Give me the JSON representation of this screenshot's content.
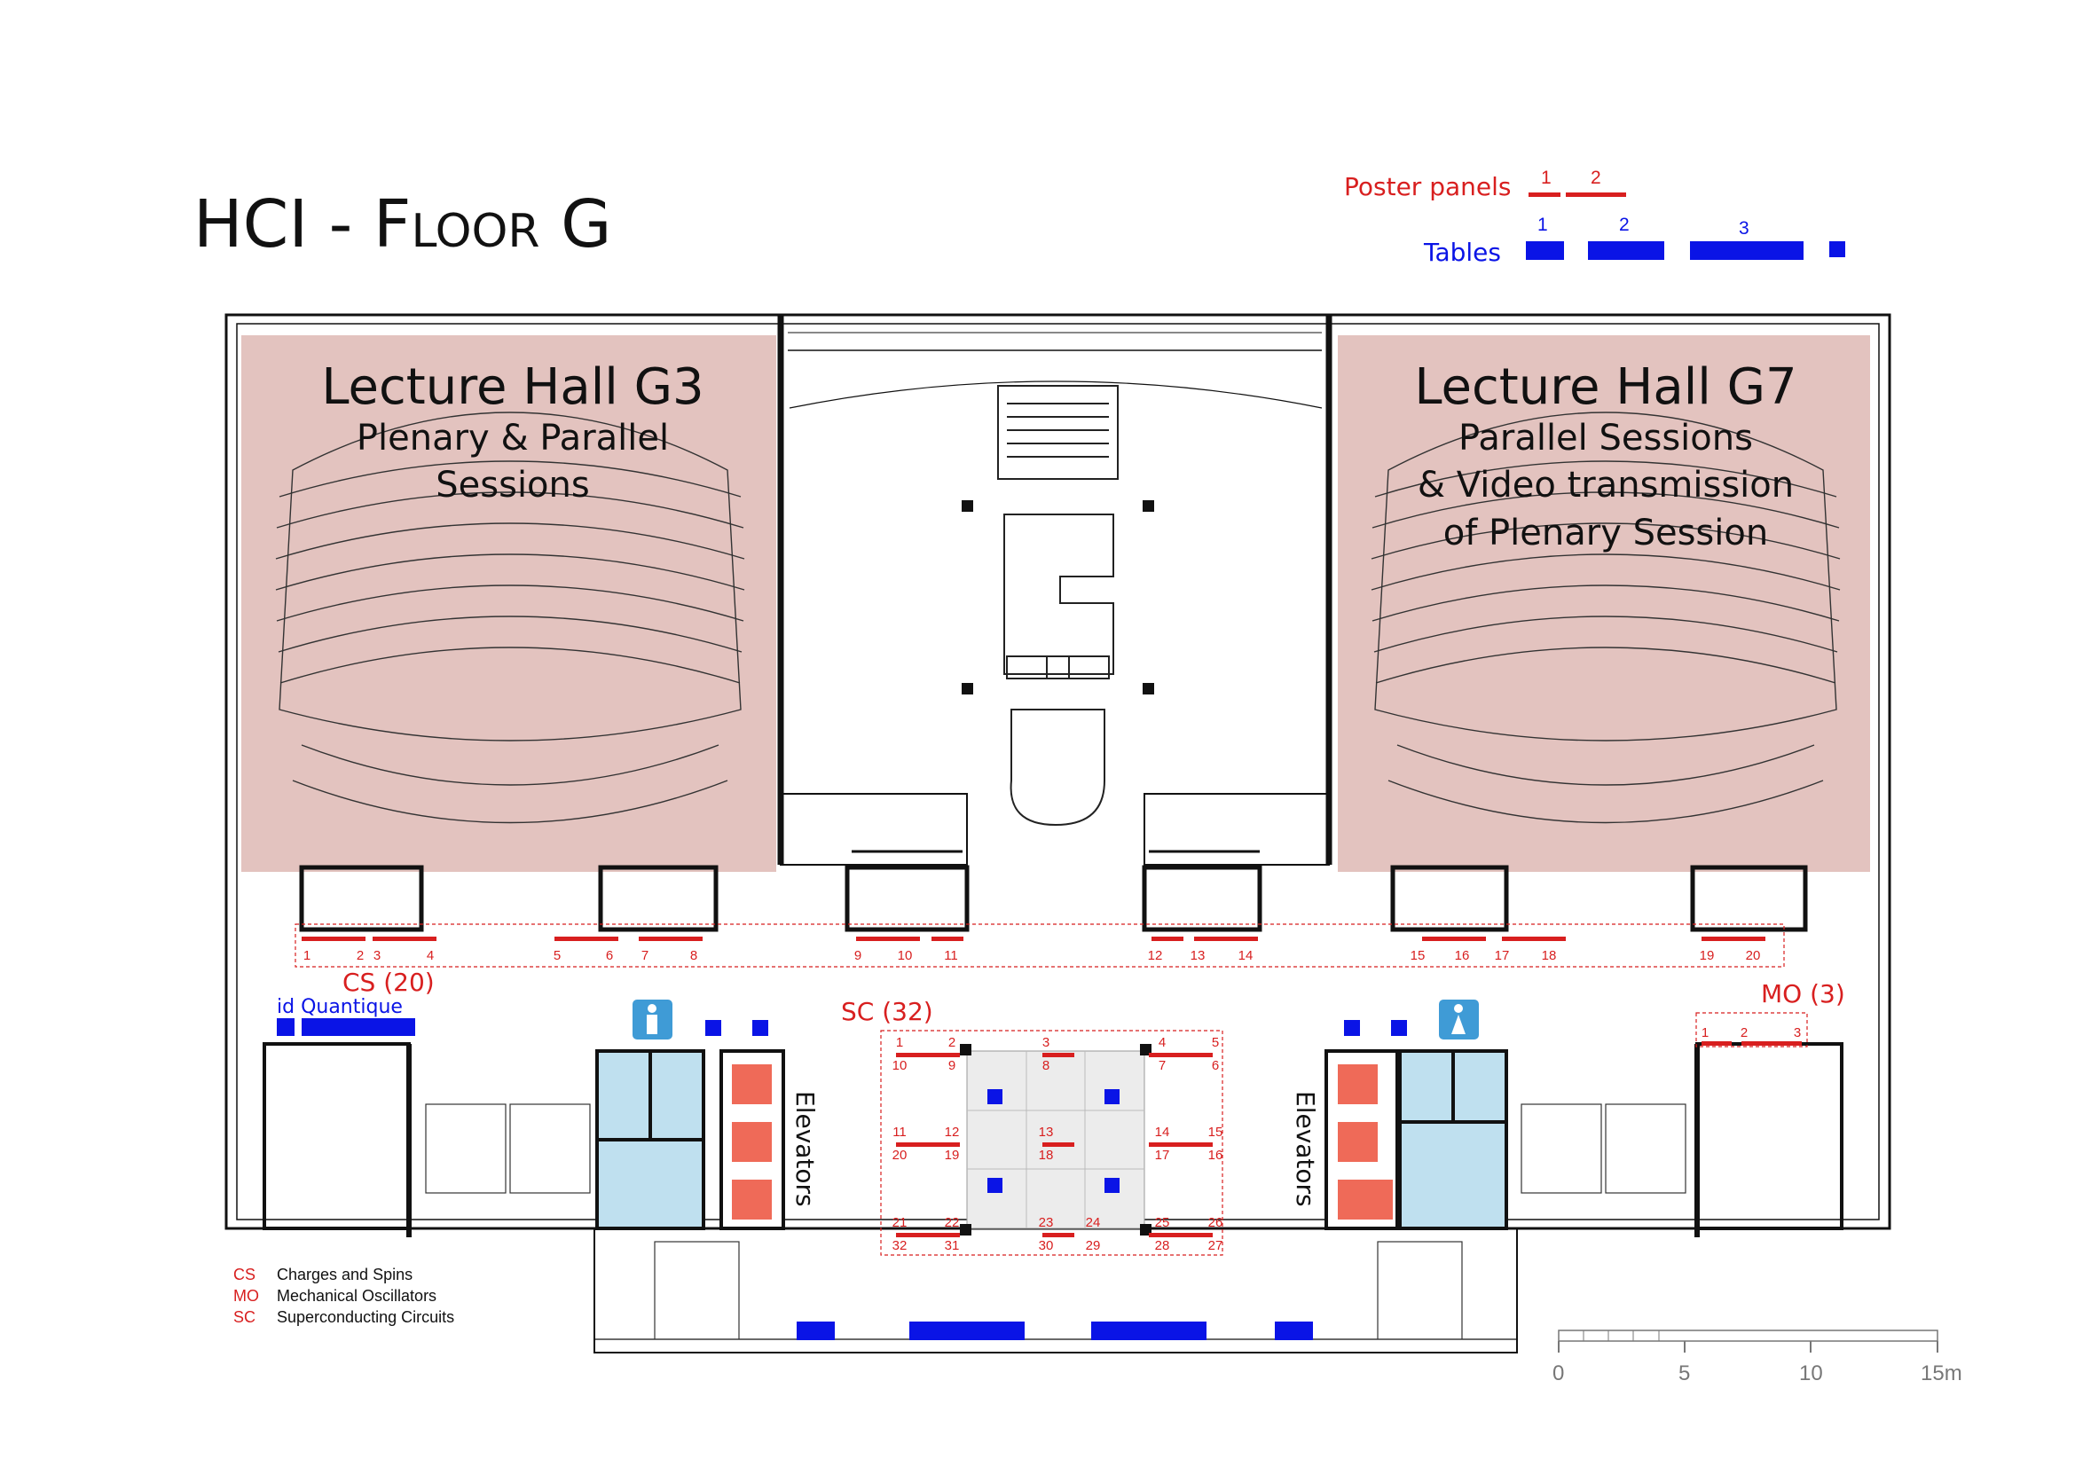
{
  "title": "HCI - Floor G",
  "colors": {
    "poster": "#d81f1f",
    "table": "#0a14e6",
    "hall": "#e3c3bf",
    "restroom": "#bfe0ef",
    "elevator": "#ef6a58",
    "wc_icon": "#3f9bd6"
  },
  "legend": {
    "poster_panels_label": "Poster panels",
    "poster_sizes": [
      "1",
      "2"
    ],
    "tables_label": "Tables",
    "table_sizes": [
      "1",
      "2",
      "3"
    ]
  },
  "halls": {
    "g3": {
      "name": "Lecture Hall G3",
      "line1": "Plenary & Parallel",
      "line2": "Sessions"
    },
    "g7": {
      "name": "Lecture Hall G7",
      "line1": "Parallel Sessions",
      "line2": "& Video transmission",
      "line3": "of Plenary Session"
    }
  },
  "zones": {
    "cs": "CS (20)",
    "sc": "SC (32)",
    "mo": "MO (3)"
  },
  "exhibitor": "id Quantique",
  "elevators_label": "Elevators",
  "posters": {
    "row": [
      "1",
      "2",
      "3",
      "4",
      "5",
      "6",
      "7",
      "8",
      "9",
      "10",
      "11",
      "12",
      "13",
      "14",
      "15",
      "16",
      "17",
      "18",
      "19",
      "20"
    ],
    "mo": [
      "1",
      "2",
      "3"
    ],
    "sc": [
      "1",
      "2",
      "3",
      "4",
      "5",
      "6",
      "7",
      "8",
      "9",
      "10",
      "11",
      "12",
      "13",
      "14",
      "15",
      "16",
      "17",
      "18",
      "19",
      "20",
      "21",
      "22",
      "23",
      "24",
      "25",
      "26",
      "27",
      "28",
      "29",
      "30",
      "31",
      "32"
    ]
  },
  "abbreviations": [
    {
      "code": "CS",
      "meaning": "Charges and Spins"
    },
    {
      "code": "MO",
      "meaning": "Mechanical Oscillators"
    },
    {
      "code": "SC",
      "meaning": "Superconducting Circuits"
    }
  ],
  "scale": {
    "ticks": [
      "0",
      "5",
      "10",
      "15m"
    ]
  }
}
